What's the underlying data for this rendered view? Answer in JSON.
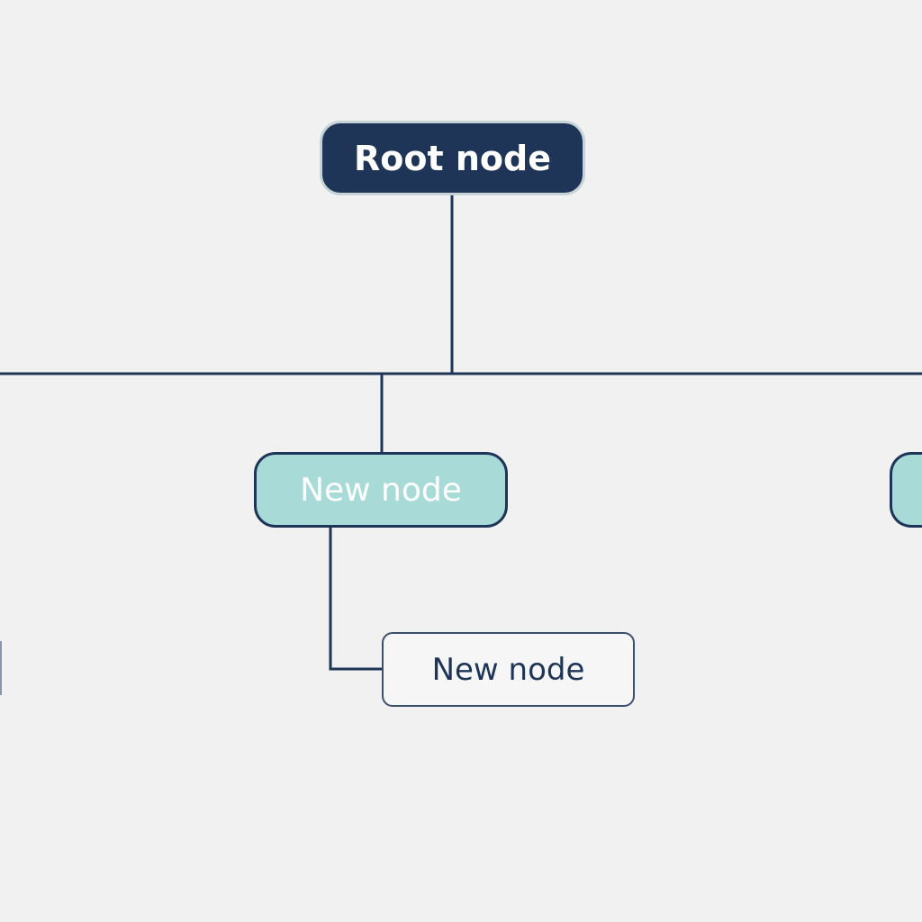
{
  "colors": {
    "background": "#f1f1f1",
    "root_fill": "#1f3557",
    "main_fill": "#a8dad8",
    "connector": "#1f3557",
    "sub_fill": "#f6f6f6"
  },
  "nodes": {
    "root": {
      "label": "Root node"
    },
    "main_center": {
      "label": "New node"
    },
    "main_right": {
      "label": ""
    },
    "sub_child": {
      "label": "New node"
    }
  }
}
